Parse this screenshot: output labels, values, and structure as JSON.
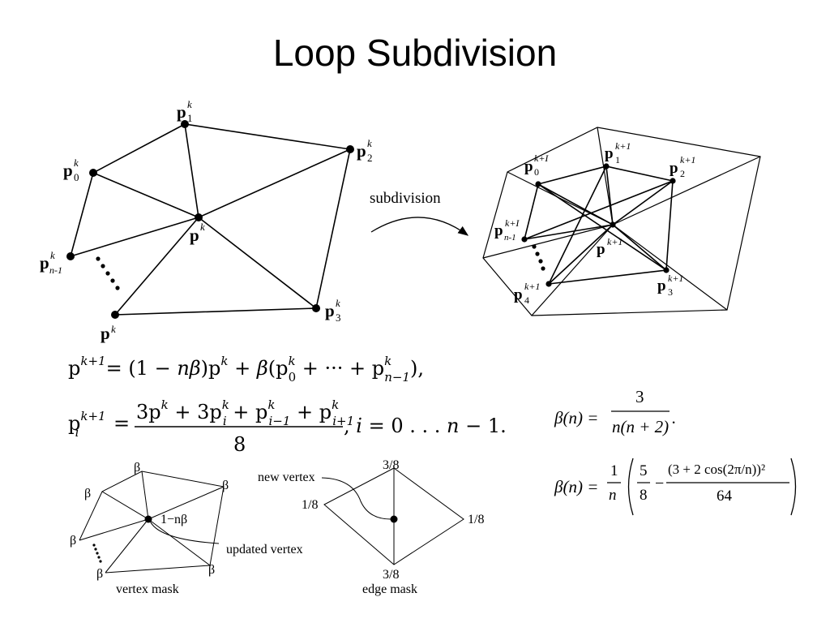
{
  "slide": {
    "title": "Loop Subdivision"
  },
  "diagram": {
    "arrow_label": "subdivision",
    "left_points": {
      "p": "p",
      "k": "k",
      "k1": "k+1",
      "k1_alt": "k+I",
      "sub_0": "0",
      "sub_1": "1",
      "sub_2": "2",
      "sub_3": "3",
      "sub_4": "4",
      "sub_n1": "n-1"
    }
  },
  "equations": {
    "eq1": {
      "lhs": "p",
      "lhs_sup": "k+1",
      "rhs_1": "= (1 − ",
      "n": "n",
      "beta": "β",
      "rhs_2": ")p",
      "rhs_sup_k": "k",
      "rhs_3": " + ",
      "rhs_4": "(p",
      "sub_0": "0",
      "dots": " + ··· + p",
      "sub_n1": "n−1",
      "close": "),"
    },
    "eq2": {
      "lhs": "p",
      "lhs_sub": "i",
      "lhs_sup": "k+1",
      "eq_sign": "=",
      "numerator_1": "3p",
      "numerator_2": " + 3p",
      "numerator_3": " + p",
      "numerator_4": " + p",
      "sub_i": "i",
      "sub_im1": "i−1",
      "sub_ip1": "i+1",
      "sup_k": "k",
      "denominator": "8",
      "tail": ", ",
      "i": "i",
      "tail_2": " = 0 . . . ",
      "n": "n",
      "tail_3": " − 1."
    },
    "beta1": {
      "lhs": "β(n) =",
      "numerator": "3",
      "denominator": "n(n + 2)",
      "period": "."
    },
    "beta2": {
      "lhs": "β(n) =",
      "frac1_num": "1",
      "frac1_den": "n",
      "frac2_num": "5",
      "frac2_den": "8",
      "minus": "−",
      "frac3_num": "(3 + 2 cos(2π/n))²",
      "frac3_den": "64"
    }
  },
  "masks": {
    "vertex_mask": {
      "caption": "vertex mask",
      "beta": "β",
      "center_weight": "1−nβ",
      "callout": "updated vertex"
    },
    "edge_mask": {
      "caption": "edge mask",
      "top": "3/8",
      "bottom": "3/8",
      "left": "1/8",
      "right": "1/8",
      "callout": "new vertex"
    }
  }
}
